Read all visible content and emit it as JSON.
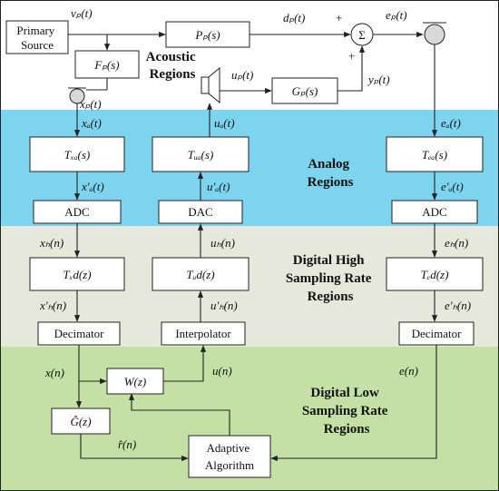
{
  "colors": {
    "acoustic_bg": "#ffffff",
    "analog_bg": "#7dd4ef",
    "digital_high_bg": "#e6e8dc",
    "digital_low_bg": "#c5e0a4",
    "line": "#222222"
  },
  "regions": {
    "acoustic": [
      "Acoustic",
      "Regions"
    ],
    "analog": [
      "Analog",
      "Regions"
    ],
    "digital_high": [
      "Digital High",
      "Sampling Rate",
      "Regions"
    ],
    "digital_low": [
      "Digital Low",
      "Sampling Rate",
      "Regions"
    ]
  },
  "blocks": {
    "primary_source": [
      "Primary",
      "Source"
    ],
    "Fp": "Fₚ(s)",
    "Pp": "Pₚ(s)",
    "Gp": "Gₚ(s)",
    "Txa": "Tₓₐ(s)",
    "Tua": "Tᵤₐ(s)",
    "Tea": "Tₑₐ(s)",
    "adc_left": "ADC",
    "dac": "DAC",
    "adc_right": "ADC",
    "Txd": "Tₓd(z)",
    "Tud": "Tᵤd(z)",
    "Ted": "Tₑd(z)",
    "decimator_left": "Decimator",
    "interpolator": "Interpolator",
    "decimator_right": "Decimator",
    "W": "W(z)",
    "Ghat": "Ĝ(z)",
    "adaptive": [
      "Adaptive",
      "Algorithm"
    ],
    "sum": "Σ"
  },
  "signals": {
    "vp": "vₚ(t)",
    "xp": "xₚ(t)",
    "dp": "dₚ(t)",
    "ep": "eₚ(t)",
    "up": "uₚ(t)",
    "yp": "yₚ(t)",
    "plus1": "+",
    "plus2": "+",
    "xa": "xₐ(t)",
    "xa_prime": "x′ₐ(t)",
    "ua": "uₐ(t)",
    "ua_prime": "u′ₐ(t)",
    "ea": "eₐ(t)",
    "ea_prime": "e′ₐ(t)",
    "xh": "xₕ(n)",
    "xh_prime": "x′ₕ(n)",
    "uh": "uₕ(n)",
    "uh_prime": "u′ₕ(n)",
    "eh": "eₕ(n)",
    "eh_prime": "e′ₕ(n)",
    "x": "x(n)",
    "u": "u(n)",
    "e": "e(n)",
    "rhat": "r̂(n)"
  }
}
